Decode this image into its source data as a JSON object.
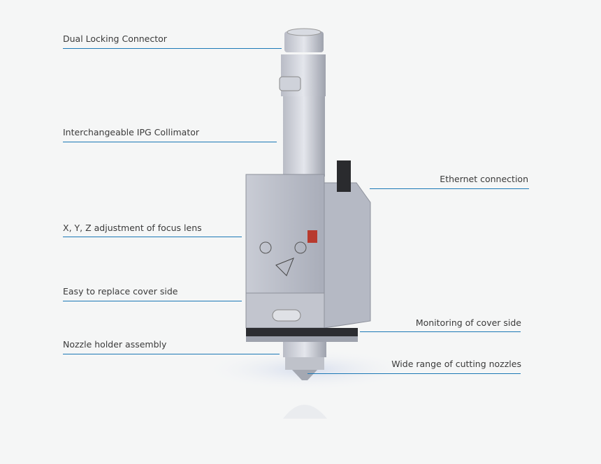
{
  "labels": {
    "dual_locking": "Dual Locking Connector",
    "collimator": "Interchangeable IPG Collimator",
    "ethernet": "Ethernet connection",
    "xyz": "X, Y, Z adjustment of focus lens",
    "cover_side": "Easy to replace cover side",
    "monitoring": "Monitoring of cover side",
    "nozzle_holder": "Nozzle holder assembly",
    "nozzles": "Wide range of cutting nozzles"
  },
  "colors": {
    "leader_line": "#1b78b6",
    "background": "#f5f6f6",
    "text": "#3a3a3a"
  }
}
